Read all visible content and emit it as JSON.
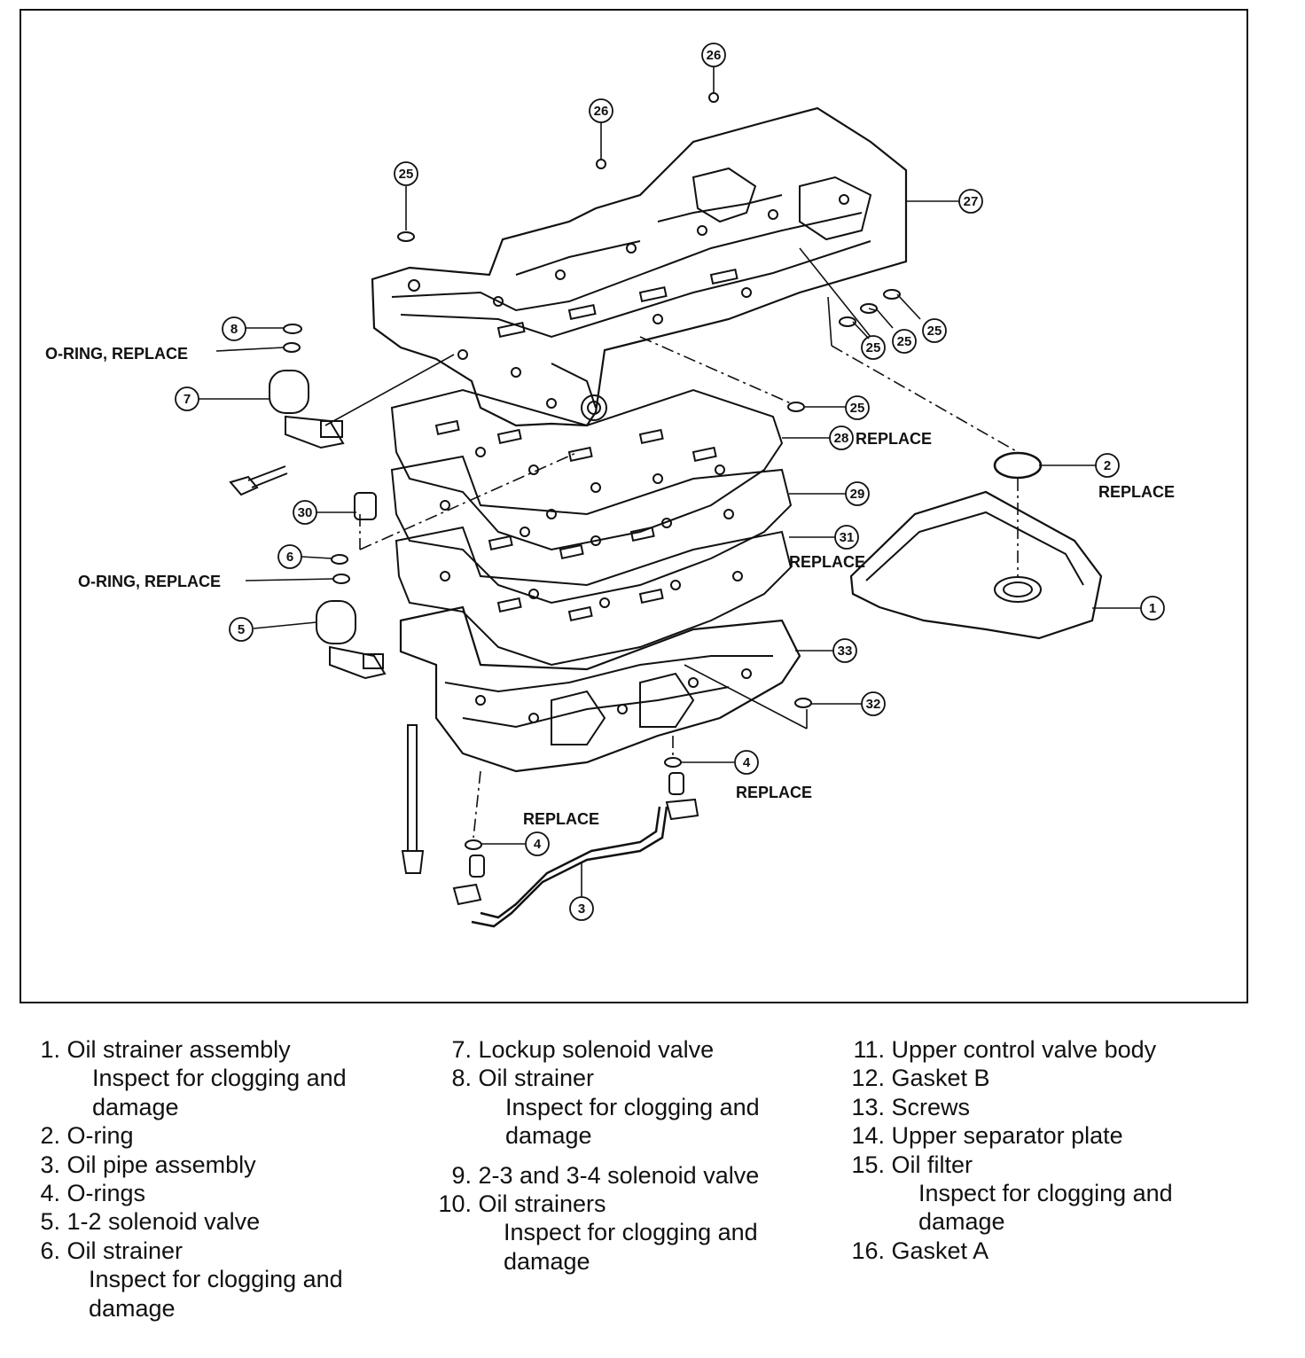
{
  "diagram": {
    "callouts": {
      "c1": "1",
      "c2": "2",
      "c3": "3",
      "c4a": "4",
      "c4b": "4",
      "c5": "5",
      "c6": "6",
      "c7": "7",
      "c8": "8",
      "c25a": "25",
      "c25b": "25",
      "c25c": "25",
      "c25d": "25",
      "c25e": "25",
      "c26a": "26",
      "c26b": "26",
      "c27": "27",
      "c28": "28",
      "c29": "29",
      "c30": "30",
      "c31": "31",
      "c32": "32",
      "c33": "33"
    },
    "labels": {
      "oring_replace_top": "O-RING, REPLACE",
      "oring_replace_mid": "O-RING, REPLACE",
      "replace_28": "REPLACE",
      "replace_2": "REPLACE",
      "replace_31": "REPLACE",
      "replace_4_right": "REPLACE",
      "replace_4_left": "REPLACE"
    }
  },
  "legend": {
    "col1": [
      {
        "num": "1.",
        "name": "Oil strainer assembly",
        "note": "Inspect for clogging and damage"
      },
      {
        "num": "2.",
        "name": "O-ring",
        "note": ""
      },
      {
        "num": "3.",
        "name": "Oil pipe assembly",
        "note": ""
      },
      {
        "num": "4.",
        "name": "O-rings",
        "note": ""
      },
      {
        "num": "5.",
        "name": "1-2 solenoid valve",
        "note": ""
      },
      {
        "num": "6.",
        "name": "Oil strainer",
        "note": "Inspect for clogging and damage"
      }
    ],
    "col2": [
      {
        "num": "7.",
        "name": "Lockup solenoid valve",
        "note": ""
      },
      {
        "num": "8.",
        "name": "Oil strainer",
        "note": "Inspect for clogging and damage"
      },
      {
        "num": "9.",
        "name": "2-3 and 3-4 solenoid valve",
        "note": ""
      },
      {
        "num": "10.",
        "name": "Oil strainers",
        "note": "Inspect for clogging and damage"
      }
    ],
    "col3": [
      {
        "num": "11.",
        "name": "Upper control valve body",
        "note": ""
      },
      {
        "num": "12.",
        "name": "Gasket B",
        "note": ""
      },
      {
        "num": "13.",
        "name": "Screws",
        "note": ""
      },
      {
        "num": "14.",
        "name": "Upper separator plate",
        "note": ""
      },
      {
        "num": "15.",
        "name": "Oil filter",
        "note": "Inspect for clogging and damage"
      },
      {
        "num": "16.",
        "name": "Gasket A",
        "note": ""
      }
    ]
  }
}
